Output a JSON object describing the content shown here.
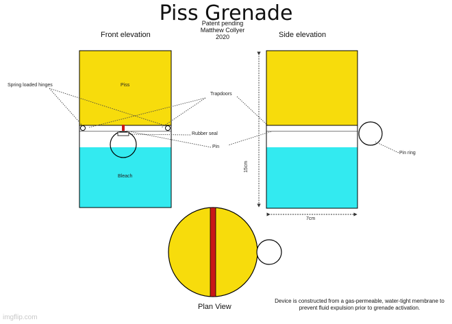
{
  "title": "Piss Grenade",
  "patent": [
    "Patent pending",
    "Matthew Collyer",
    "2020"
  ],
  "views": {
    "front": "Front elevation",
    "side": "Side elevation",
    "plan": "Plan View"
  },
  "labels": {
    "spring_hinges": "Spring loaded hinges",
    "piss": "Piss",
    "bleach": "Bleach",
    "trapdoors": "Trapdoors",
    "rubber_seal": "Rubber seal",
    "pin": "Pin",
    "pin_ring": "Pin ring",
    "height": "15cm",
    "width": "7cm"
  },
  "note": "Device is constructed from a gas-permeable, water-tight membrane to prevent fluid expulsion prior to grenade activation.",
  "watermark": "imgflip.com",
  "colors": {
    "piss": "#f7dc0c",
    "bleach": "#33eaf0",
    "pin": "#c81818",
    "outline": "#000000"
  }
}
